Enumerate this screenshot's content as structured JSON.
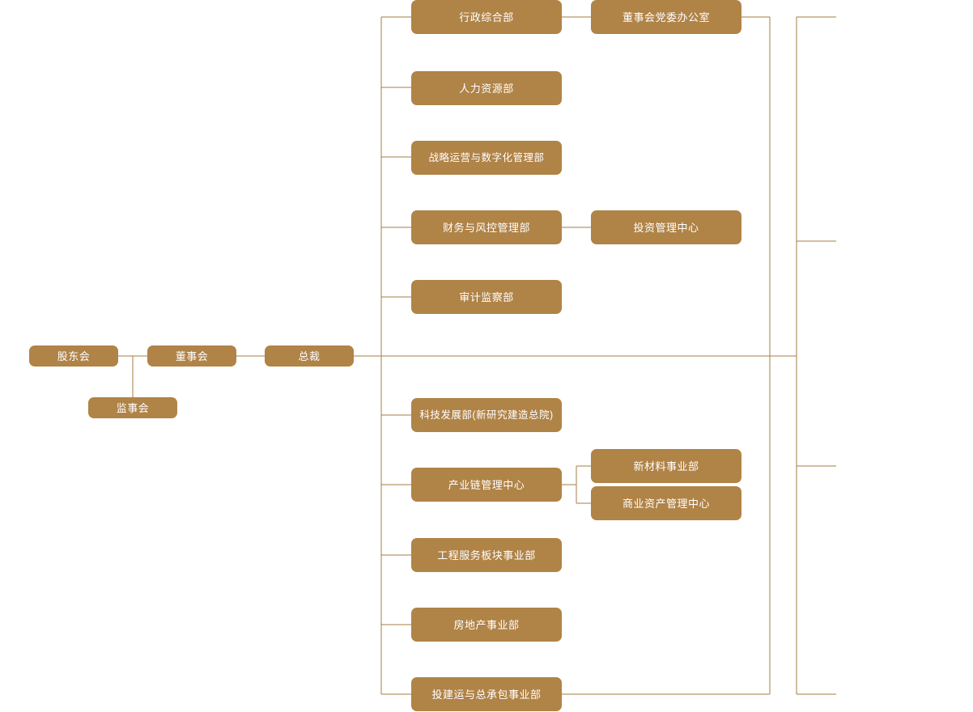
{
  "diagram": {
    "title": "组织架构图",
    "type": "org-chart",
    "orientation": "left-to-right",
    "colors": {
      "node_fill": "#B08347",
      "node_text": "#FFFFFF",
      "connector": "#A67C45",
      "background": "#FFFFFF"
    }
  },
  "nodes": {
    "shareholders_meeting": {
      "label": "股东会"
    },
    "board_of_directors": {
      "label": "董事会"
    },
    "board_of_supervisors": {
      "label": "监事会"
    },
    "president": {
      "label": "总裁"
    },
    "admin_general_dept": {
      "label": "行政综合部"
    },
    "board_party_office": {
      "label": "董事会党委办公室"
    },
    "human_resources_dept": {
      "label": "人力资源部"
    },
    "strategy_ops_digital_dept": {
      "label": "战略运营与数字化管理部"
    },
    "finance_risk_dept": {
      "label": "财务与风控管理部"
    },
    "investment_mgmt_center": {
      "label": "投资管理中心"
    },
    "audit_supervision_dept": {
      "label": "审计监察部"
    },
    "tech_development_dept": {
      "label": "科技发展部(新研究建造总院)"
    },
    "industry_chain_center": {
      "label": "产业链管理中心"
    },
    "new_materials_division": {
      "label": "新材料事业部"
    },
    "commercial_asset_center": {
      "label": "商业资产管理中心"
    },
    "engineering_services_division": {
      "label": "工程服务板块事业部"
    },
    "real_estate_division": {
      "label": "房地产事业部"
    },
    "invest_build_operate_epc_division": {
      "label": "投建运与总承包事业部"
    }
  }
}
